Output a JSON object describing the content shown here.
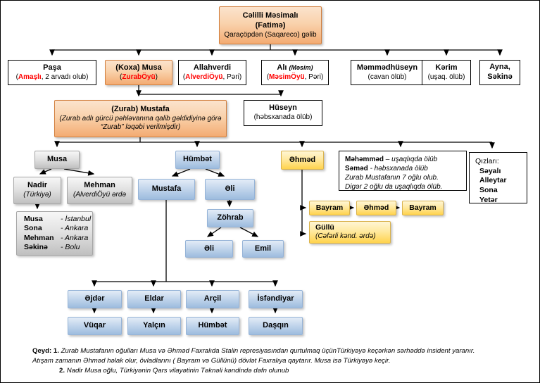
{
  "colors": {
    "red_accent": "#ff0000",
    "orange_fill": "#f3ab72",
    "orange_border": "#d2803f",
    "blue_fill": "#9dbcde",
    "blue_border": "#95b3d7",
    "gray_fill": "#c0c0c0",
    "yellow_fill": "#ffd34d",
    "line_color": "#000000"
  },
  "nodes": {
    "root": {
      "name": "Cəlilli Məsimalı",
      "name2": "(Fatimə)",
      "sub": "Qaraçöpdən (Saqareco) gəlib"
    },
    "pasha": {
      "name": "Paşa",
      "pre": "(",
      "red": "Amaşlı",
      "post": ", 2 arvadı olub)"
    },
    "koxa_musa": {
      "name": "(Koxa) Musa",
      "pre": "(",
      "red": "ZurabÖyü",
      "post": ")"
    },
    "allahverdi": {
      "name": "Allahverdi",
      "pre": "(",
      "red": "AlverdiÖyü",
      "post": ", Pəri)"
    },
    "ali": {
      "name": "Alı",
      "name_it": "(Məsim)",
      "pre": "(",
      "red": "MəsimÖyü",
      "post": ", Pəri)"
    },
    "mammadhuseyn": {
      "name": "Məmmədhüseyn",
      "sub": "(cavan ölüb)"
    },
    "karim": {
      "name": "Kərim",
      "sub": "(uşaq. ölüb)"
    },
    "ayna": {
      "name": "Ayna,",
      "name2": "Səkinə"
    },
    "zurab_mustafa": {
      "name": "(Zurab) Mustafa",
      "sub": "(Zurab adlı gürcü pəhləvanına qalib gəldidiyinə görə “Zurab” ləqəbi verilmişdir)"
    },
    "huseyn": {
      "name": "Hüseyn",
      "sub": "(həbsxanada ölüb)"
    },
    "musa2": {
      "name": "Musa"
    },
    "humbat": {
      "name": "Hümbət"
    },
    "ahmad": {
      "name": "Əhməd"
    },
    "info": {
      "l1_name": "Məhəmməd",
      "l1_rest": " – uşaqlıqda ölüb",
      "l2_name": "Səməd",
      "l2_rest": " - həbsxanada ölüb",
      "l3": "Zurab Mustafanın 7 oğlu olub.",
      "l4": "Digər 2 oğlu da uşaqlıqda ölüb."
    },
    "qizlari": {
      "title": "Qızları:",
      "items": [
        "Səyalı",
        "Alleytar",
        "Sona",
        "Yetər"
      ]
    },
    "nadir": {
      "name": "Nadir",
      "sub": "(Türkiyə)"
    },
    "mehman": {
      "name": "Mehman",
      "sub": "(AlverdiÖyü ərdə"
    },
    "mustafa2": {
      "name": "Mustafa"
    },
    "ali2": {
      "name": "Əli"
    },
    "gray_list": {
      "rows": [
        {
          "name": "Musa",
          "place": "- İstanbul"
        },
        {
          "name": "Sona",
          "place": "- Ankara"
        },
        {
          "name": "Mehman",
          "place": "- Ankara"
        },
        {
          "name": "Səkinə",
          "place": "- Bolu"
        }
      ]
    },
    "zohrab": {
      "name": "Zöhrab"
    },
    "ali3": {
      "name": "Əli"
    },
    "emil": {
      "name": "Emil"
    },
    "bayram1": {
      "name": "Bayram"
    },
    "ahmad2": {
      "name": "Əhməd"
    },
    "bayram2": {
      "name": "Bayram"
    },
    "gullu": {
      "name": "Güllü",
      "sub": "(Cəfərli kənd. ərdə)"
    },
    "gen8": [
      "Əjdər",
      "Eldar",
      "Arçil",
      "İsfəndiyar"
    ],
    "gen9": [
      "Vüqar",
      "Yalçın",
      "Hümbət",
      "Daşqın"
    ]
  },
  "note": {
    "label": "Qeyd:",
    "n1": "1.",
    "t1": "Zurab Mustafanın oğulları Musa və Əhməd Faxralıda Stalin represiyasından qurtulmaq üçünTürkiyəyə keçərkən sərhəddə insident yaranır.",
    "t2": "Atışam zamanın Əhməd həlak olur, övladlarını ( Bayram və Güllünü) dövlət Faxralıya qaytarır. Musa isə Türkiyəyə keçir.",
    "n2": "2.",
    "t3": "Nadir Musa oğlu, Türkiyənin Qars vilayətinin Təknəli kəndində dəfn olunub"
  }
}
